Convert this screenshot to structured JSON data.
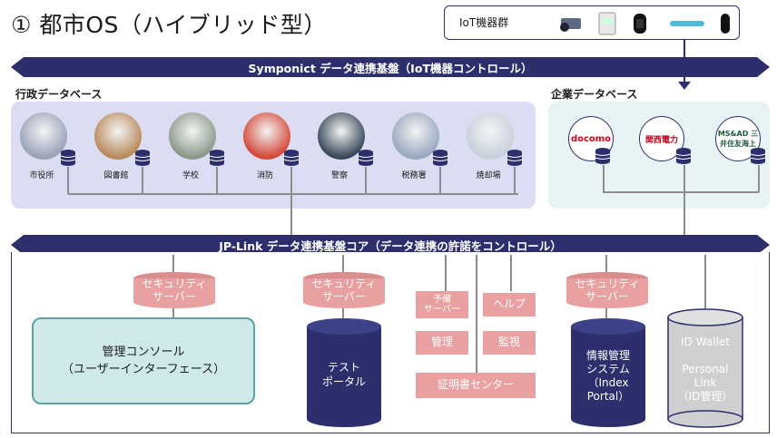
{
  "title": "① 都市OS（ハイブリッド型）",
  "iot_group_label": "IoT機器群",
  "top_band_label": "Symponict データ連携基盤（IoT機器コントロール）",
  "gov_db_label": "行政データベース",
  "corp_db_label": "企業データベース",
  "gov_items": [
    "市役所",
    "図書館",
    "学校",
    "消防",
    "警察",
    "税務署",
    "焼却場"
  ],
  "corp_items": [
    "docomo",
    "関西電力",
    "MS&AD 三井住友海上"
  ],
  "core_band_label": "JP-Link データ連携基盤コア（データ連携の許諾をコントロール）",
  "security_server_label": "セキュリティ\nサーバー",
  "yobi_server_label": "予備\nサーバー",
  "help_label": "ヘルプ",
  "kanri_label": "管理",
  "kanshi_label": "監視",
  "cert_center_label": "証明書センター",
  "console_line1": "管理コンソール",
  "console_line2": "（ユーザーインターフェース）",
  "test_portal_label": "テスト\nポータル",
  "info_system_label": "情報管理\nシステム\n（Index\nPortal）",
  "id_wallet_label": "ID Wallet\n\nPersonal\nLink\n（ID管理）",
  "colors": {
    "navy": "#2c2f6b",
    "pink": "#e8a0a0",
    "teal": "#5aa3a3"
  }
}
